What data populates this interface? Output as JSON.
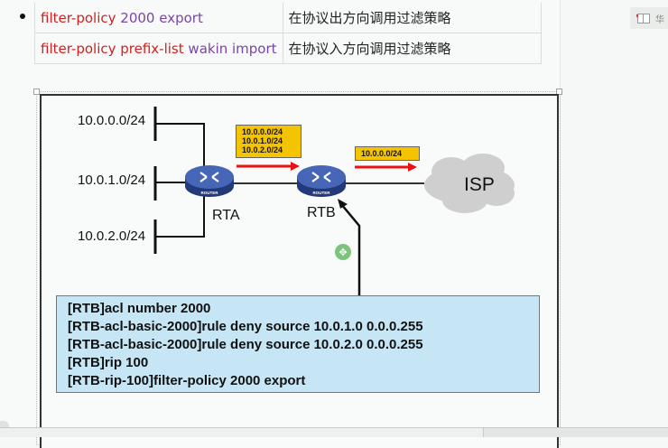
{
  "table": {
    "rows": [
      {
        "cmd_part1": "filter-policy",
        "cmd_part2": "2000 export",
        "description": "在协议出方向调用过滤策略"
      },
      {
        "cmd_part1": "filter-policy prefix-list",
        "cmd_part2": "wakin import",
        "description": "在协议入方向调用过滤策略"
      }
    ]
  },
  "side_panel": {
    "icon": "book-icon",
    "label": "华"
  },
  "diagram": {
    "networks": [
      "10.0.0.0/24",
      "10.0.1.0/24",
      "10.0.2.0/24"
    ],
    "routers": [
      {
        "name": "RTA",
        "badge": "ROUTER"
      },
      {
        "name": "RTB",
        "badge": "ROUTER"
      }
    ],
    "isp_label": "ISP",
    "advert_rta_to_rtb": [
      "10.0.0.0/24",
      "10.0.1.0/24",
      "10.0.2.0/24"
    ],
    "advert_rtb_to_isp": [
      "10.0.0.0/24"
    ],
    "colors": {
      "route_box": "#f5c400",
      "arrow": "#ee1111",
      "router": "#3d5aa8",
      "cloud": "#cfcfcf",
      "cmd_box": "#c7e6f5"
    }
  },
  "commands": [
    "[RTB]acl number 2000",
    "[RTB-acl-basic-2000]rule deny source 10.0.1.0 0.0.0.255",
    "[RTB-acl-basic-2000]rule deny source 10.0.2.0 0.0.0.255",
    "[RTB]rip 100",
    "[RTB-rip-100]filter-policy 2000 export"
  ]
}
